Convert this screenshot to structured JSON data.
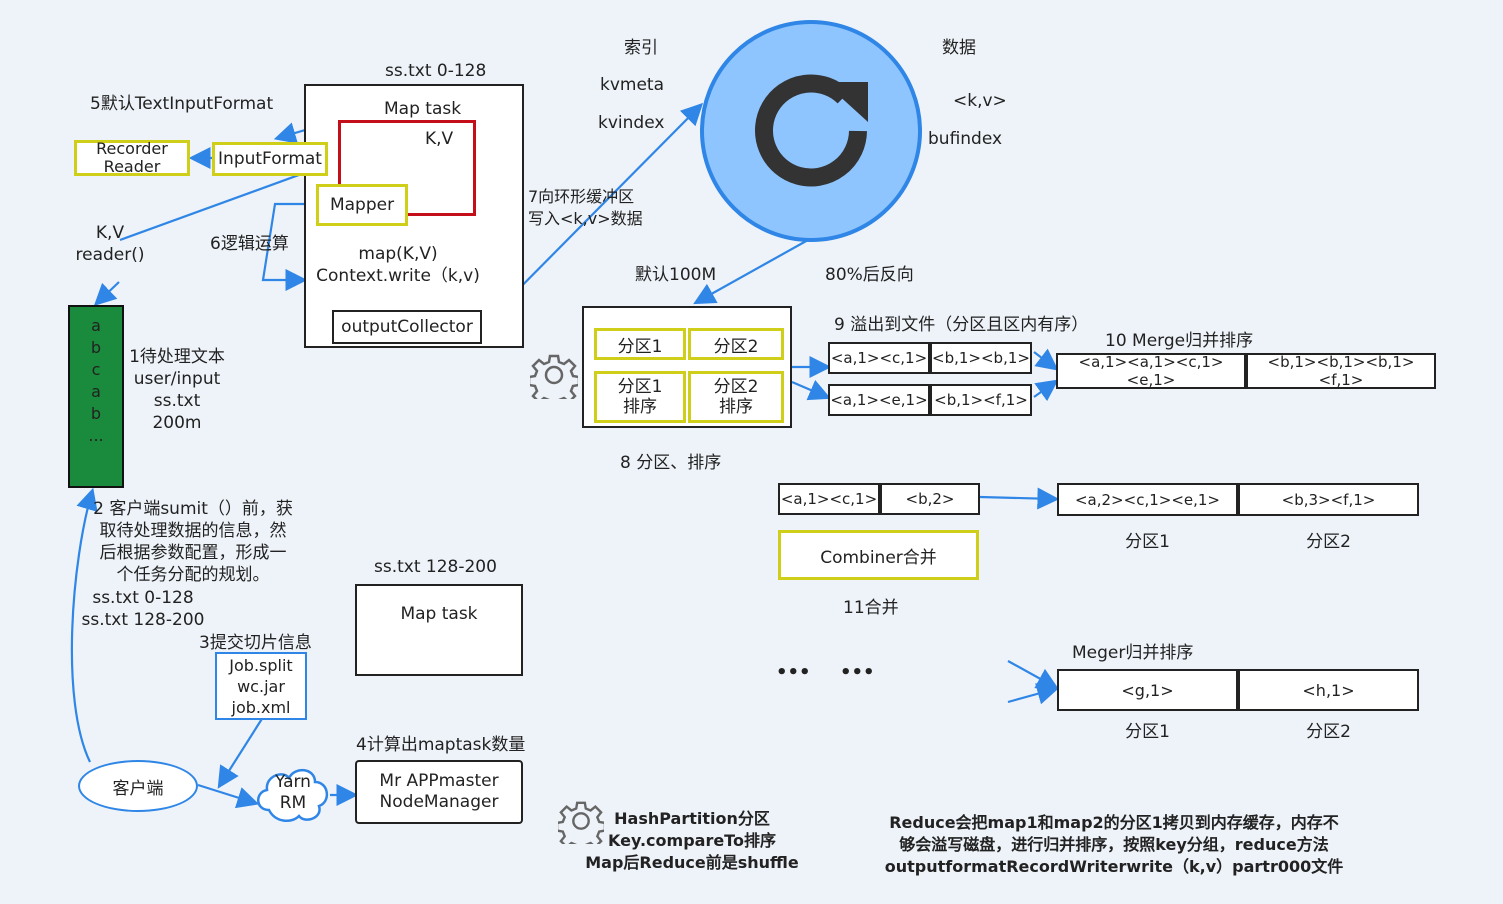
{
  "top_split_label": "ss.txt 0-128",
  "map_task_label": "Map task",
  "kv_label": "K,V",
  "input_format": "InputFormat",
  "recorder_reader": "Recorder\nReader",
  "step5": "5默认TextInputFormat",
  "mapper": "Mapper",
  "kv_reader": "K,V\nreader()",
  "step6": "6逻辑运算",
  "map_call": "map(K,V)\nContext.write（k,v)",
  "output_collector": "outputCollector",
  "step7": "7向环形缓冲区\n写入<k,v>数据",
  "index_label": "索引",
  "kvmeta": "kvmeta",
  "kvindex": "kvindex",
  "data_label": "数据",
  "kv_angle": "<k,v>",
  "bufindex": "bufindex",
  "default_100m": "默认100M",
  "pct80": "80%后反向",
  "file_col": "a\nb\nc\na\nb\n...",
  "step1": "1待处理文本\nuser/input\nss.txt\n200m",
  "partitions": [
    "分区1",
    "分区2",
    "分区1\n排序",
    "分区2\n排序"
  ],
  "step8": "8 分区、排序",
  "step9": "9 溢出到文件（分区且区内有序）",
  "spill_row1": [
    "<a,1><c,1>",
    "<b,1><b,1>"
  ],
  "spill_row2": [
    "<a,1><e,1>",
    "<b,1><f,1>"
  ],
  "step10": "10 Merge归并排序",
  "merge_row": [
    "<a,1><a,1><c,1><e,1>",
    "<b,1><b,1><b,1><f,1>"
  ],
  "combine_in": [
    "<a,1><c,1>",
    "<b,2>"
  ],
  "combine_out": [
    "<a,2><c,1><e,1>",
    "<b,3><f,1>"
  ],
  "combine_labels": [
    "分区1",
    "分区2"
  ],
  "combiner": "Combiner合并",
  "step11": "11合并",
  "dots": [
    "•••",
    "•••"
  ],
  "meger_title": "Meger归并排序",
  "meger_row": [
    "<g,1>",
    "<h,1>"
  ],
  "meger_labels": [
    "分区1",
    "分区2"
  ],
  "step2": "2 客户端sumit（）前，获\n取待处理数据的信息，然\n后根据参数配置，形成一\n个任务分配的规划。",
  "split_list": "ss.txt 0-128\nss.txt 128-200",
  "second_split_label": "ss.txt 128-200",
  "map_task2": "Map task",
  "step3": "3提交切片信息",
  "job_files": "Job.split\nwc.jar\njob.xml",
  "step4": "4计算出maptask数量",
  "client": "客户端",
  "yarn": "Yarn\nRM",
  "mr_master": "Mr APPmaster\nNodeManager",
  "note_shuffle": "HashPartition分区\nKey.compareTo排序\nMap后Reduce前是shuffle",
  "note_reduce": "Reduce会把map1和map2的分区1拷贝到内存缓存，内存不\n够会溢写磁盘，进行归并排序，按照key分组，reduce方法\noutputformatRecordWriterwrite（k,v）partr000文件",
  "colors": {
    "arrow": "#2f86e6",
    "yellow": "#cfcf1a",
    "red": "#c40f1a",
    "green": "#1a8a3c",
    "circle": "#8ec5ff"
  }
}
